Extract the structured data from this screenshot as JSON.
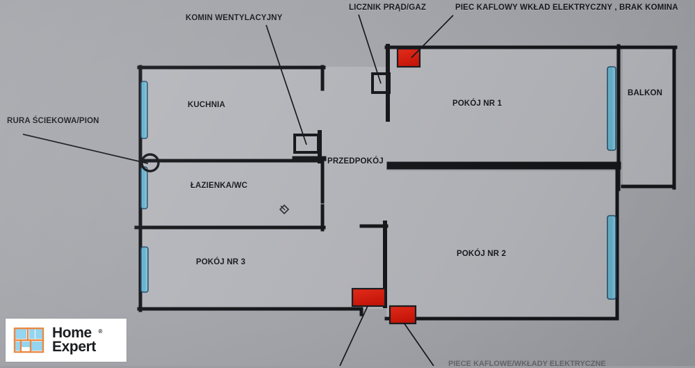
{
  "document": {
    "kind": "floor-plan-photo",
    "language": "pl"
  },
  "colors": {
    "wall": "#141619",
    "window": "#5aa8c4",
    "window_edge": "#2b4f6e",
    "hot_element": "#e01f13",
    "hot_element_edge": "#1a1c1f",
    "interior_fill": "#b4b5ba",
    "background": "#a2a4a9",
    "logo_bg": "#ffffff",
    "logo_rooms": "#8fd3ef",
    "logo_walls": "#e8833a"
  },
  "callouts": [
    {
      "id": "komin",
      "text": "KOMIN WENTYLACYJNY"
    },
    {
      "id": "licznik",
      "text": "LICZNIK PRĄD/GAZ"
    },
    {
      "id": "piec",
      "text": "PIEC KAFLOWY WKŁAD ELEKTRYCZNY , BRAK KOMINA"
    },
    {
      "id": "rura",
      "text": "RURA ŚCIEKOWA/PION"
    }
  ],
  "rooms": [
    {
      "id": "kuchnia",
      "label": "KUCHNIA"
    },
    {
      "id": "lazienka",
      "label": "ŁAZIENKA/WC"
    },
    {
      "id": "przedpokoj",
      "label": "PRZEDPOKÓJ"
    },
    {
      "id": "pokoj3",
      "label": "POKÓJ NR 3"
    },
    {
      "id": "pokoj1",
      "label": "POKÓJ NR 1"
    },
    {
      "id": "pokoj2",
      "label": "POKÓJ NR 2"
    },
    {
      "id": "balkon",
      "label": "BALKON"
    }
  ],
  "bottom_cut_caption": "PIECE KAFLOWE/WKŁADY ELEKTRYCZNE",
  "logo": {
    "line1": "Home",
    "line2": "Expert",
    "registered_mark": "®",
    "icon": "floorplan-icon"
  }
}
